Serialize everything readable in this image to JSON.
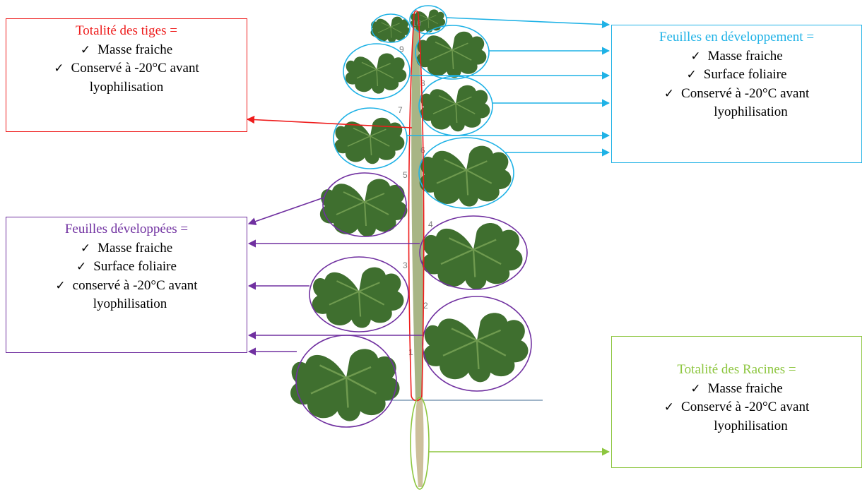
{
  "colors": {
    "stems": "#ee1c1c",
    "developing": "#1fb2e6",
    "developed": "#7030a0",
    "roots": "#8dc63f",
    "leaf": "#3f6f2f",
    "stem_body": "#a8b585",
    "root_body": "#cdbf9c",
    "ground": "#9fb4c8"
  },
  "boxes": {
    "stems": {
      "title": "Totalité des tiges =",
      "items": [
        "Masse fraiche",
        "Conservé à -20°C avant"
      ],
      "tail": "lyophilisation"
    },
    "developing": {
      "title": "Feuilles en développement =",
      "items": [
        "Masse fraiche",
        "Surface foliaire",
        "Conservé à -20°C avant"
      ],
      "tail": "lyophilisation"
    },
    "developed": {
      "title": "Feuilles développées =",
      "items": [
        "Masse fraiche",
        "Surface foliaire",
        "conservé à -20°C avant"
      ],
      "tail": "lyophilisation"
    },
    "roots": {
      "title": "Totalité des Racines =",
      "items": [
        "Masse fraiche",
        "Conservé à -20°C avant"
      ],
      "tail": "lyophilisation"
    }
  },
  "leaf_numbers": [
    "1",
    "2",
    "3",
    "4",
    "5",
    "6",
    "7",
    "8",
    "9",
    "10"
  ],
  "icons": {
    "check": "check-mark-icon",
    "arrow": "arrow-icon"
  }
}
